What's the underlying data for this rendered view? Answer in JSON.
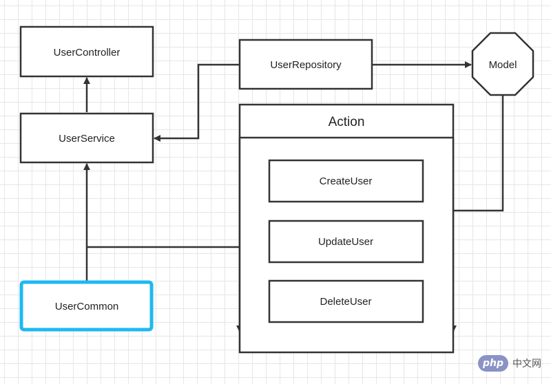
{
  "nodes": {
    "user_controller": "UserController",
    "user_service": "UserService",
    "user_repository": "UserRepository",
    "model": "Model",
    "action": "Action",
    "create_user": "CreateUser",
    "update_user": "UpdateUser",
    "delete_user": "DeleteUser",
    "user_common": "UserCommon"
  },
  "watermark": {
    "logo": "php",
    "text": "中文网"
  },
  "colors": {
    "stroke": "#333333",
    "highlight": "#1fb8f0",
    "background": "#ffffff",
    "grid": "#e6e6e6"
  }
}
